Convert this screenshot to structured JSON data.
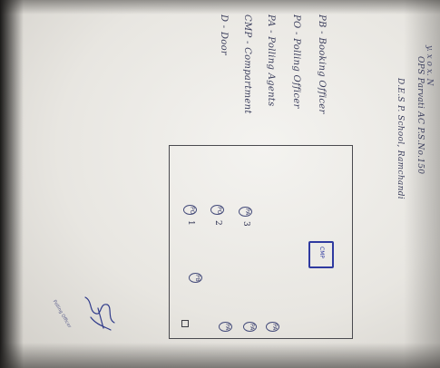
{
  "legend": {
    "items": [
      "PB - Booking Officer",
      "PO - Polling Officer",
      "PA - Polling Agents",
      "CMP - Compartment",
      "D - Door"
    ]
  },
  "header": {
    "line1": "OPS Parvati AC P.S.No.150",
    "line2": "D.E.S P. School, Ramchandi",
    "top_marks": "y. x o x. N"
  },
  "plan": {
    "labels": [
      {
        "tag": "PA",
        "num": "3"
      },
      {
        "tag": "PO",
        "num": "2"
      },
      {
        "tag": "PO",
        "num": "1"
      },
      {
        "tag": "PB",
        "num": ""
      },
      {
        "tag": "PA",
        "num": ""
      },
      {
        "tag": "PA",
        "num": ""
      },
      {
        "tag": "PA",
        "num": ""
      }
    ],
    "compartment": "CMP",
    "door": "D"
  },
  "stamp": {
    "text": "Polling Officer"
  },
  "colors": {
    "ink": "#3b3e5c",
    "pen_blue": "#2f3aa0",
    "paper": "#f4f3f0"
  }
}
